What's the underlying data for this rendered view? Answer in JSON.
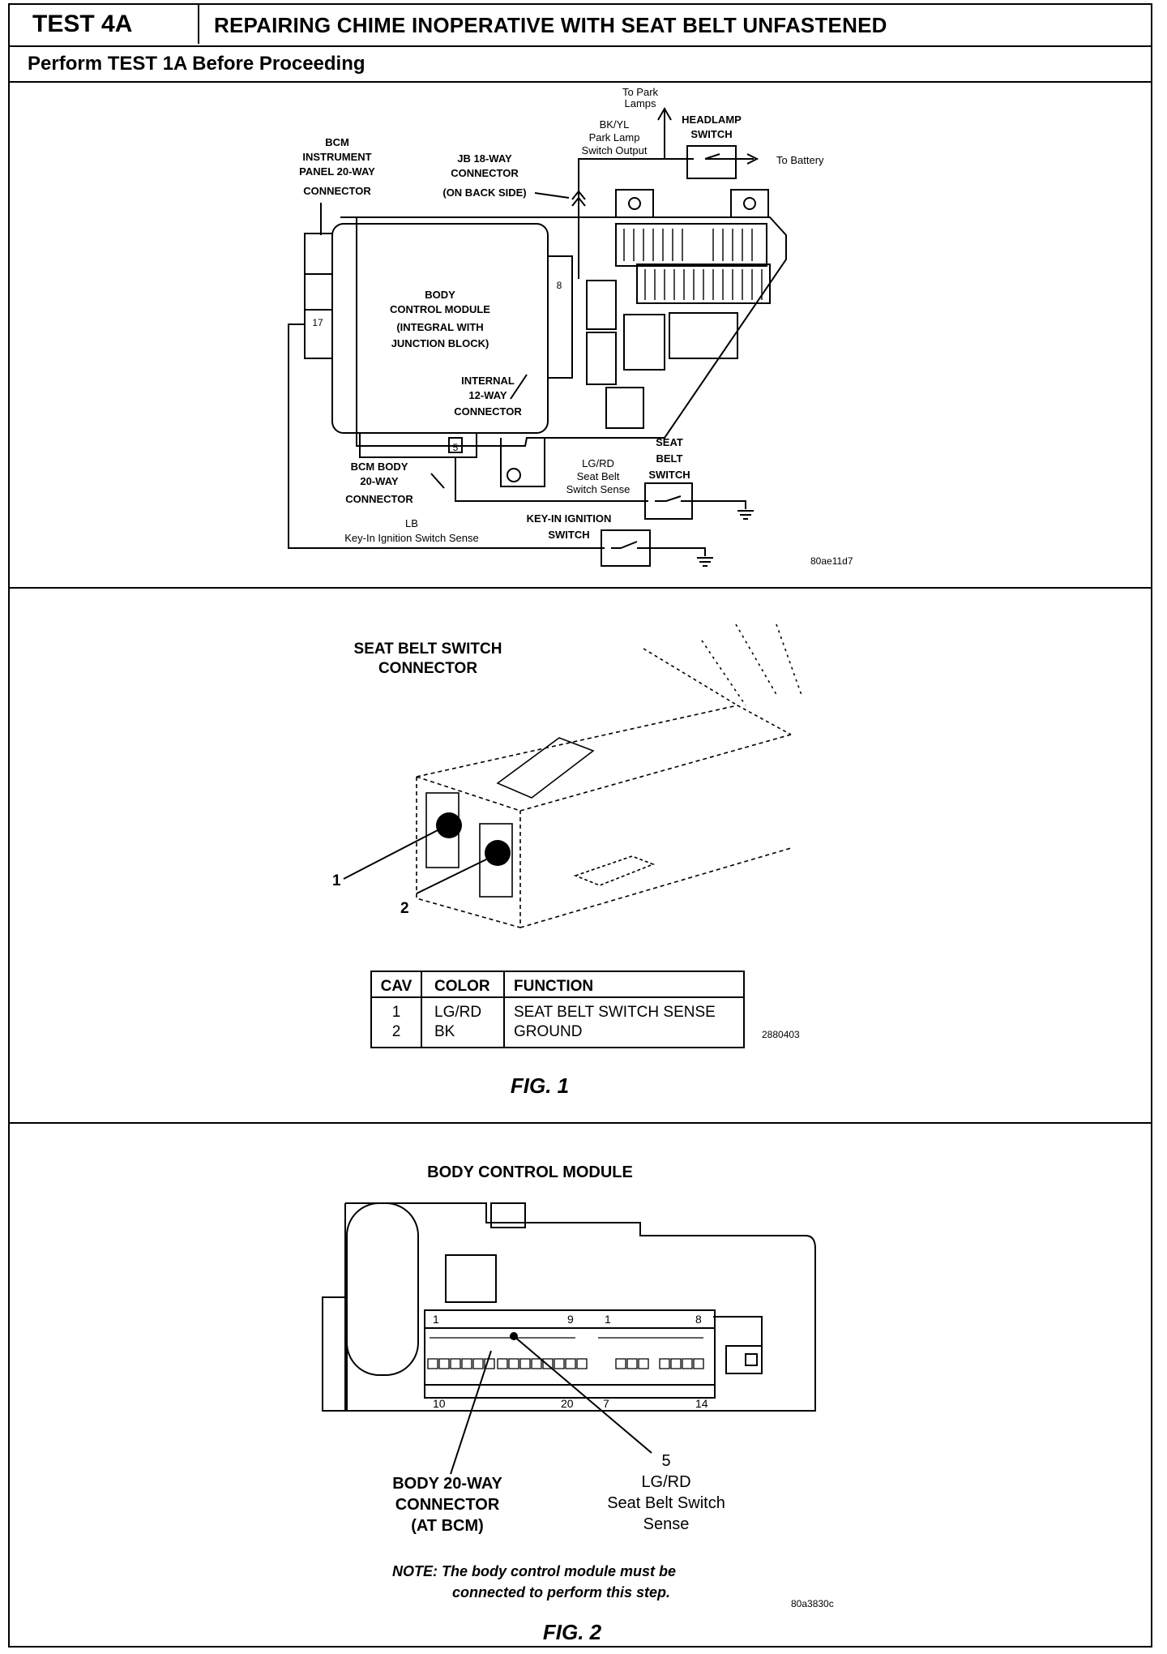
{
  "header": {
    "test_id": "TEST 4A",
    "title": "REPAIRING CHIME INOPERATIVE WITH SEAT BELT UNFASTENED",
    "subtitle": "Perform TEST 1A Before Proceeding"
  },
  "diagram1": {
    "labels": {
      "to_park_lamps": [
        "To Park",
        "Lamps"
      ],
      "headlamp_switch": [
        "HEADLAMP",
        "SWITCH"
      ],
      "bk_yl": [
        "BK/YL",
        "Park Lamp",
        "Switch Output"
      ],
      "to_battery": "To Battery",
      "bcm_ip_connector": [
        "BCM",
        "INSTRUMENT",
        "PANEL 20-WAY",
        "CONNECTOR"
      ],
      "jb_connector": [
        "JB 18-WAY",
        "CONNECTOR",
        "(ON BACK SIDE)"
      ],
      "bcm_module": [
        "BODY",
        "CONTROL MODULE",
        "(INTEGRAL WITH",
        "JUNCTION BLOCK)"
      ],
      "internal_connector": [
        "INTERNAL",
        "12-WAY",
        "CONNECTOR"
      ],
      "bcm_body_connector": [
        "BCM BODY",
        "20-WAY",
        "CONNECTOR"
      ],
      "lg_rd": [
        "LG/RD",
        "Seat Belt",
        "Switch Sense"
      ],
      "seat_belt_switch": [
        "SEAT",
        "BELT",
        "SWITCH"
      ],
      "lb": [
        "LB",
        "Key-In Ignition Switch Sense"
      ],
      "key_in_switch": [
        "KEY-IN IGNITION",
        "SWITCH"
      ],
      "pin_8": "8",
      "pin_17": "17",
      "pin_5": "5",
      "code": "80ae11d7"
    }
  },
  "fig1": {
    "title": [
      "SEAT BELT SWITCH",
      "CONNECTOR"
    ],
    "pin_1": "1",
    "pin_2": "2",
    "table": {
      "headers": [
        "CAV",
        "COLOR",
        "FUNCTION"
      ],
      "rows": [
        [
          "1",
          "LG/RD",
          "SEAT BELT SWITCH SENSE"
        ],
        [
          "2",
          "BK",
          "GROUND"
        ]
      ]
    },
    "code": "2880403",
    "caption": "FIG. 1"
  },
  "fig2": {
    "title": "BODY CONTROL MODULE",
    "pins": [
      "1",
      "9",
      "1",
      "8",
      "10",
      "20",
      "7",
      "14"
    ],
    "connector_label": [
      "BODY 20-WAY",
      "CONNECTOR",
      "(AT BCM)"
    ],
    "pin5_label": [
      "5",
      "LG/RD",
      "Seat Belt Switch",
      "Sense"
    ],
    "note": [
      "NOTE: The body control module must be",
      "connected to perform this step."
    ],
    "code": "80a3830c",
    "caption": "FIG. 2"
  }
}
